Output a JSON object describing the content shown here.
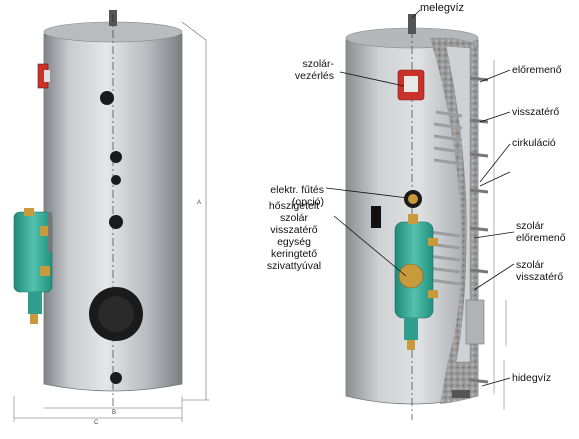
{
  "labels": {
    "melegviz": "melegvíz",
    "szolar_vezerles": [
      "szolár-",
      "vezérlés"
    ],
    "elektr_futes": [
      "elektr. fűtés",
      "(opció)"
    ],
    "hoszigetelt": [
      "hőszigetelt",
      "szolár",
      "visszatérő",
      "egység",
      "keringtető",
      "szivattyúval"
    ],
    "eloremeno": "előremenő",
    "visszatero": "visszatérő",
    "cirkulacio": "cirkuláció",
    "szolar_eloremeno": [
      "szolár",
      "előremenő"
    ],
    "szolar_visszatero": [
      "szolár",
      "visszatérő"
    ],
    "hidegviz": "hidegvíz"
  },
  "dimensions": {
    "a": "A",
    "b": "B",
    "c": "C"
  },
  "colors": {
    "tank_light": "#d8dadc",
    "tank_dark": "#8e9296",
    "insulation": "#8a8a8a",
    "pump_teal": "#3cae9c",
    "valve_brass": "#c99a3c",
    "controller_red": "#c8322a",
    "port_black": "#1a1a1a"
  }
}
